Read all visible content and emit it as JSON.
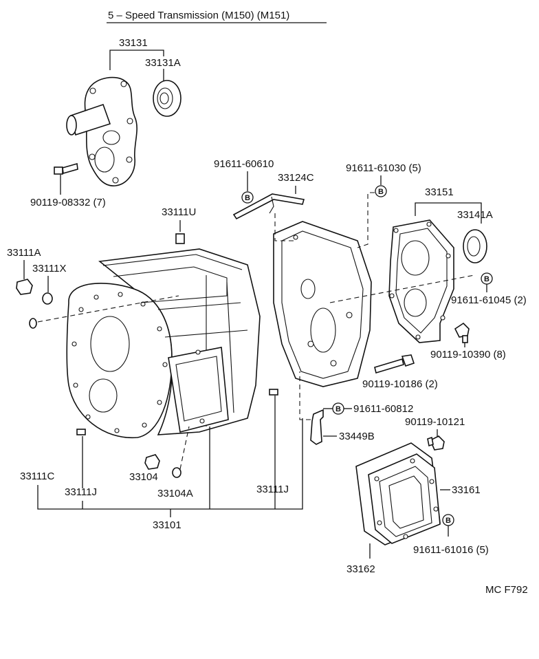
{
  "title": "5 – Speed Transmission (M150) (M151)",
  "code": "MC F792",
  "bolt_marker": "B",
  "labels": {
    "p33131": "33131",
    "p33131A": "33131A",
    "p90119_08332": "90119-08332 (7)",
    "p91611_60610": "91611-60610",
    "p33124C": "33124C",
    "p91611_61030": "91611-61030 (5)",
    "p33151": "33151",
    "p33141A": "33141A",
    "p33111U": "33111U",
    "p33111A": "33111A",
    "p33111X": "33111X",
    "p91611_61045": "91611-61045 (2)",
    "p90119_10390": "90119-10390 (8)",
    "p90119_10186": "90119-10186 (2)",
    "p91611_60812": "91611-60812",
    "p33449B": "33449B",
    "p90119_10121": "90119-10121",
    "p33111C": "33111C",
    "p33104": "33104",
    "p33111J_left": "33111J",
    "p33104A": "33104A",
    "p33111J_right": "33111J",
    "p33161": "33161",
    "p33101": "33101",
    "p91611_61016": "91611-61016 (5)",
    "p33162": "33162"
  }
}
